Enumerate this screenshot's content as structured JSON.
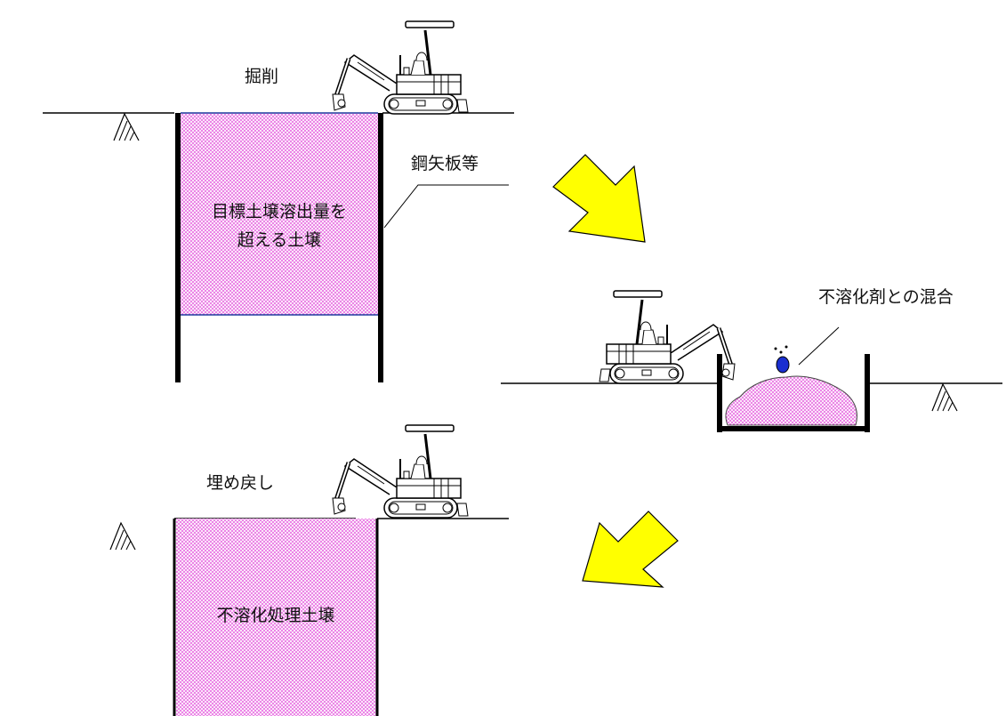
{
  "labels": {
    "excavation": "掘削",
    "sheet_pile": "鋼矢板等",
    "contaminated_soil_line1": "目標土壌溶出量を",
    "contaminated_soil_line2": "超える土壌",
    "mixing": "不溶化剤との混合",
    "backfill": "埋め戻し",
    "treated_soil": "不溶化処理土壌"
  },
  "colors": {
    "soil_pink": "#e040d8",
    "soil_bg": "#f6d8f4",
    "arrow_fill": "#ffff00",
    "agent_blue": "#1a2fd0",
    "line": "#000000"
  }
}
